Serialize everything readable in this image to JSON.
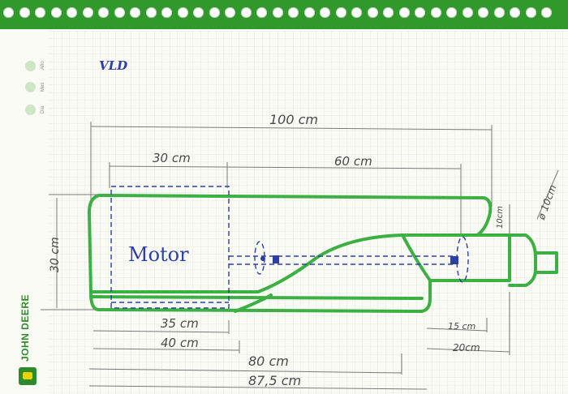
{
  "page": {
    "brand": "JOHN DEERE",
    "side_labels": [
      "Año",
      "Mes",
      "Día"
    ],
    "title": "VLD"
  },
  "drawing": {
    "motor_label": "Motor",
    "dimensions": {
      "total_length": "100 cm",
      "motor_width": "30 cm",
      "shaft_length": "60 cm",
      "height": "30 cm",
      "tail_height": "10cm",
      "prop_diameter": "ø 10cm",
      "d35": "35 cm",
      "d40": "40 cm",
      "d15": "15 cm",
      "d20": "20cm",
      "d80": "80 cm",
      "d875": "87,5 cm"
    }
  },
  "colors": {
    "outline": "#3cb043",
    "dashed": "#2c3fa7",
    "pencil": "#7a7a7a",
    "binding": "#2f9a2a"
  }
}
